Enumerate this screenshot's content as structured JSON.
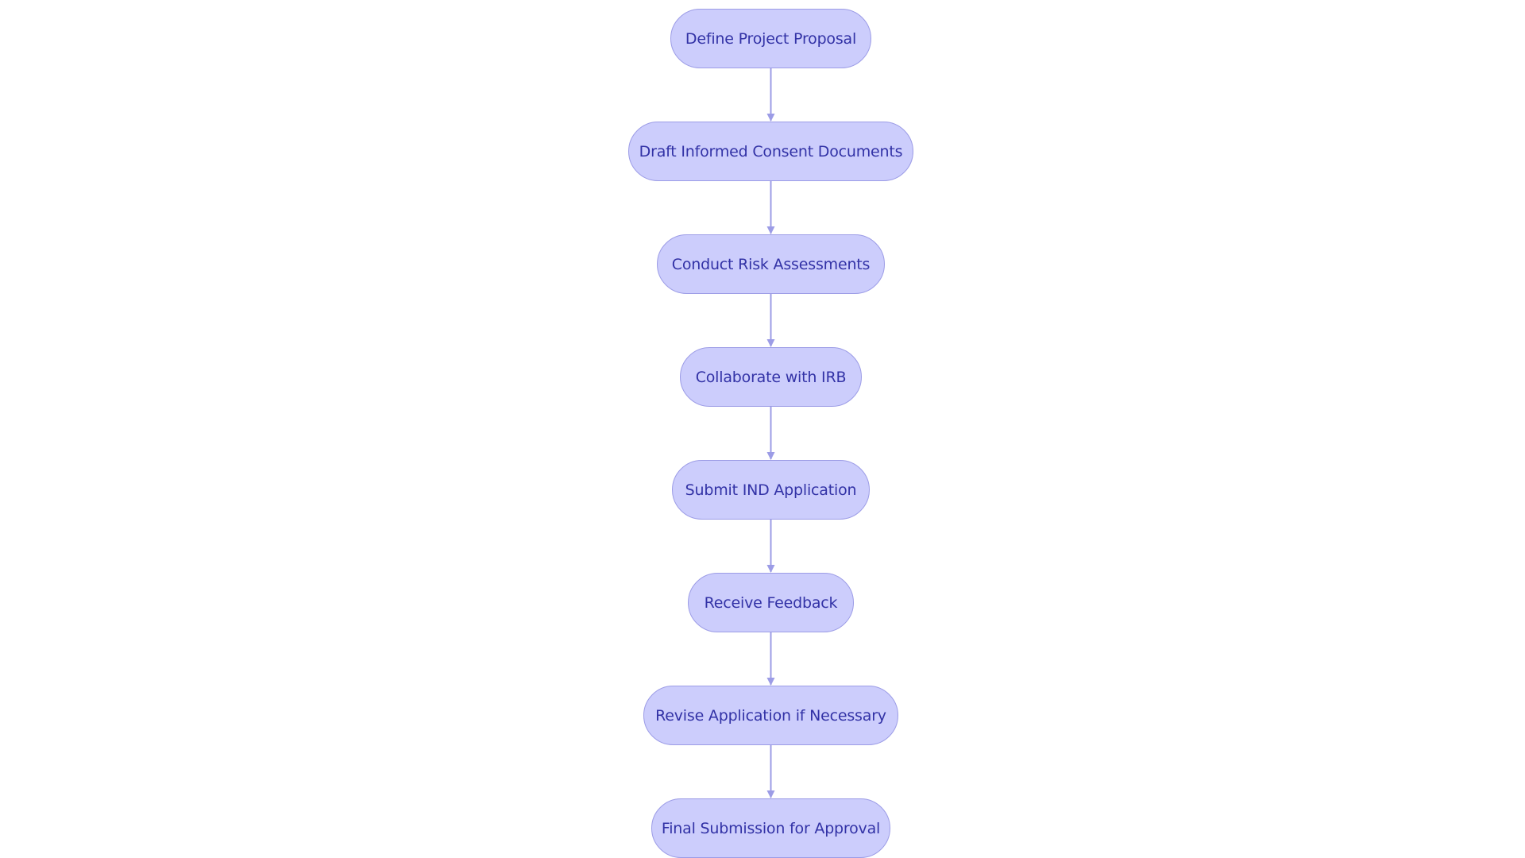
{
  "colors": {
    "node_fill": "#cccdfc",
    "node_border": "#9c9ce6",
    "node_text": "#3232a6",
    "edge": "#9c9ce6"
  },
  "nodes": [
    {
      "label": "Define Project Proposal"
    },
    {
      "label": "Draft Informed Consent Documents"
    },
    {
      "label": "Conduct Risk Assessments"
    },
    {
      "label": "Collaborate with IRB"
    },
    {
      "label": "Submit IND Application"
    },
    {
      "label": "Receive Feedback"
    },
    {
      "label": "Revise Application if Necessary"
    },
    {
      "label": "Final Submission for Approval"
    }
  ],
  "edges": [
    {
      "from": 0,
      "to": 1
    },
    {
      "from": 1,
      "to": 2
    },
    {
      "from": 2,
      "to": 3
    },
    {
      "from": 3,
      "to": 4
    },
    {
      "from": 4,
      "to": 5
    },
    {
      "from": 5,
      "to": 6
    },
    {
      "from": 6,
      "to": 7
    }
  ]
}
